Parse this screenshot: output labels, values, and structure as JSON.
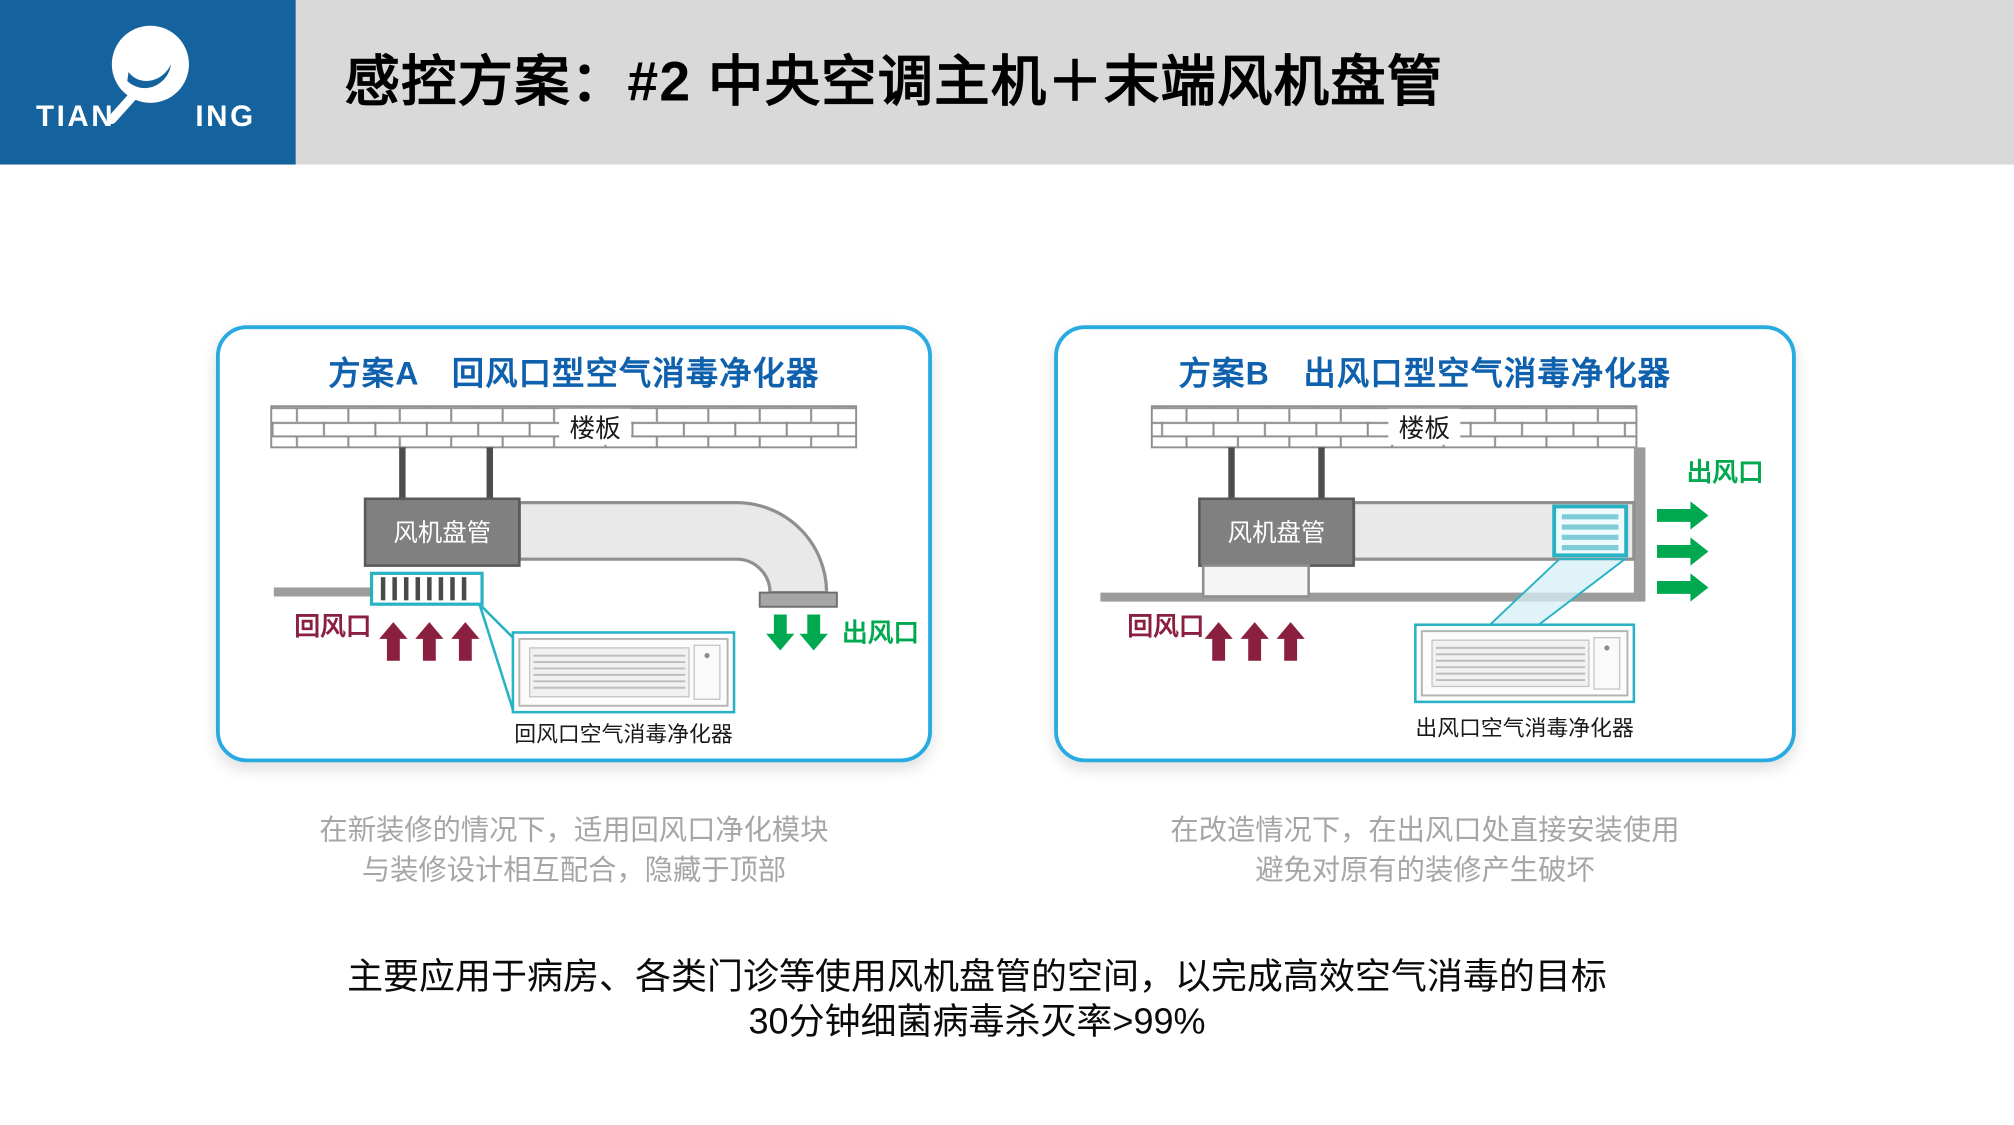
{
  "header": {
    "title": "感控方案：#2 中央空调主机＋末端风机盘管",
    "logo": {
      "text_left": "TIAN",
      "text_right": "ING"
    }
  },
  "panel_a": {
    "title": "方案A　回风口型空气消毒净化器",
    "slab_label": "楼板",
    "fan_coil_label": "风机盘管",
    "return_label": "回风口",
    "outlet_label": "出风口",
    "product_label": "回风口空气消毒净化器",
    "caption_line1": "在新装修的情况下，适用回风口净化模块",
    "caption_line2": "与装修设计相互配合，隐藏于顶部"
  },
  "panel_b": {
    "title": "方案B　出风口型空气消毒净化器",
    "slab_label": "楼板",
    "fan_coil_label": "风机盘管",
    "return_label": "回风口",
    "outlet_label": "出风口",
    "product_label": "出风口空气消毒净化器",
    "caption_line1": "在改造情况下，在出风口处直接安装使用",
    "caption_line2": "避免对原有的装修产生破坏"
  },
  "footer": {
    "line1": "主要应用于病房、各类门诊等使用风机盘管的空间，以完成高效空气消毒的目标",
    "line2": "30分钟细菌病毒杀灭率>99%"
  },
  "colors": {
    "panel_border_blue": "#29abe2",
    "plan_title_blue": "#1061ad",
    "supply_green": "#00a94f",
    "return_dark_red": "#8a1f3f",
    "callout_teal": "#29b2c4",
    "logo_blue": "#15639e",
    "header_gray": "#d9d9d9"
  }
}
